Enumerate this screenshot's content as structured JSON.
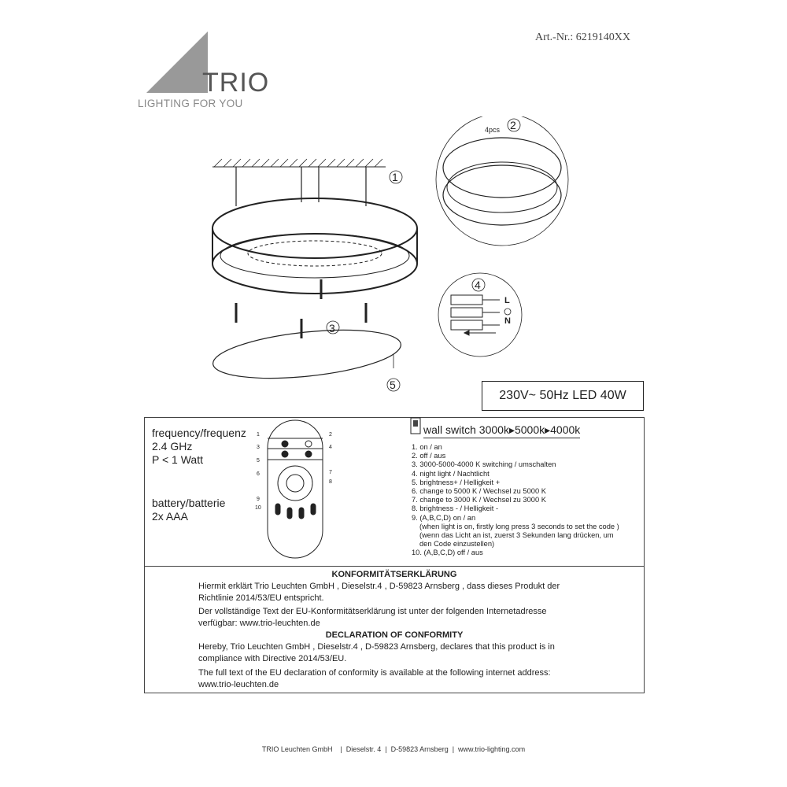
{
  "header": {
    "article_number": "Art.-Nr.: 6219140XX",
    "brand": "TRIO",
    "tagline": "LIGHTING FOR YOU"
  },
  "diagram": {
    "step_labels": [
      "1",
      "2",
      "3",
      "4",
      "5"
    ],
    "screws_label": "4pcs",
    "wiring_labels": [
      "L",
      "N"
    ]
  },
  "spec": "230V~ 50Hz  LED  40W",
  "remote": {
    "frequency": [
      "frequency/frequenz",
      "2.4 GHz",
      "P < 1 Watt"
    ],
    "battery": [
      "battery/batterie",
      "2x AAA"
    ],
    "button_numbers": [
      "1",
      "2",
      "3",
      "4",
      "5",
      "6",
      "7",
      "8",
      "9",
      "10"
    ],
    "wall_switch": "wall switch 3000k▸5000k▸4000k",
    "functions": [
      "1. on / an",
      "2. off / aus",
      "3. 3000-5000-4000 K switching / umschalten",
      "4. night light / Nachtlicht",
      "5. brightness+ / Helligkeit +",
      "6. change to 5000 K / Wechsel zu 5000 K",
      "7. change to 3000 K / Wechsel zu 3000 K",
      "8. brightness - / Helligkeit -",
      "9. (A,B,C,D) on / an",
      "   (when light is on, firstly long press 3 seconds to set the code )",
      "   (wenn das Licht an ist, zuerst 3 Sekunden lang drücken, um",
      "   den Code einzustellen)",
      "10. (A,B,C,D) off / aus"
    ]
  },
  "conformity": {
    "de_title": "KONFORMITÄTSERKLÄRUNG",
    "de_lines": [
      "Hiermit erklärt Trio Leuchten GmbH , Dieselstr.4 , D-59823 Arnsberg , dass dieses Produkt der",
      "Richtlinie 2014/53/EU entspricht.",
      "Der vollständige Text  der EU-Konformitätserklärung ist unter der folgenden Internetadresse",
      "verfügbar:  www.trio-leuchten.de"
    ],
    "en_title": "DECLARATION OF CONFORMITY",
    "en_lines": [
      "Hereby, Trio Leuchten GmbH , Dieselstr.4 , D-59823 Arnsberg, declares that this product is in",
      "compliance with Directive 2014/53/EU.",
      "The full text of the EU declaration of conformity is available at the following internet address:",
      "www.trio-leuchten.de"
    ]
  },
  "footer": "TRIO Leuchten GmbH    |  Dieselstr. 4  |  D-59823 Arnsberg  |  www.trio-lighting.com"
}
